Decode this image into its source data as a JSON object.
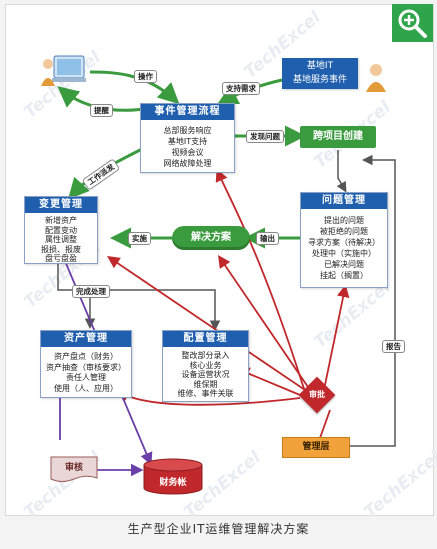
{
  "caption": "生产型企业IT运维管理解决方案",
  "watermark": "TechExcel",
  "colors": {
    "header_blue": "#1f5fae",
    "green": "#3a9a3e",
    "red": "#c0282b",
    "purple": "#6b3fa8",
    "zoom": "#2fa44a"
  },
  "incident": {
    "title": "事件管理流程",
    "lines": [
      "总部服务响应",
      "基地IT支持",
      "视频会议",
      "网络故障处理"
    ]
  },
  "change": {
    "title": "变更管理",
    "lines": [
      "新增资产",
      "配置变动",
      "属性调整",
      "报损、报废",
      "盘亏盘盈"
    ]
  },
  "problem": {
    "title": "问题管理",
    "lines": [
      "提出的问题",
      "被拒绝的问题",
      "寻求方案（待解决）",
      "处理中（实施中）",
      "已解决问题",
      "挂起（搁置）"
    ]
  },
  "asset": {
    "title": "资产管理",
    "lines": [
      "资产盘点（财务）",
      "资产抽查（审核要求）",
      "责任人管理",
      "使用（人、应用）"
    ]
  },
  "config": {
    "title": "配置管理",
    "lines": [
      "整改部分录入",
      "核心业务",
      "设备运营状况",
      "维保期",
      "维修、事件关联"
    ]
  },
  "base_it": {
    "line1": "基地IT",
    "line2": "基地服务事件"
  },
  "cross_project": "跨项目创建",
  "solution": "解决方案",
  "approval": "审批",
  "manager": "管理层",
  "audit": "审核",
  "finance": "财务帐",
  "labels": {
    "operate": "操作",
    "support": "支持需求",
    "remind": "提醒",
    "dispatch": "工作派发",
    "discover": "发现问题",
    "implement": "实施",
    "output": "输出",
    "complete": "完成处理",
    "report": "报告"
  }
}
